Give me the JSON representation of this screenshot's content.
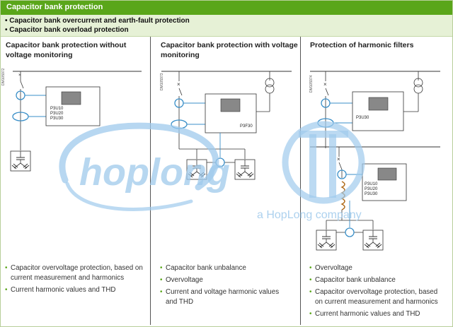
{
  "header": {
    "title": "Capacitor bank protection",
    "bullets": [
      "• Capacitor bank overcurrent and earth-fault protection",
      "• Capacitor bank overload protection"
    ]
  },
  "columns": [
    {
      "heading_line1": "Capacitor bank protection without",
      "heading_line2": "voltage monitoring",
      "drawing_code": "DM105972",
      "relay_labels": [
        "P3U10",
        "P3U20",
        "P3U30"
      ],
      "items": [
        "Capacitor overvoltage protection, based on",
        "current measurement and harmonics",
        "Current harmonic values and THD"
      ]
    },
    {
      "heading_line1": "Capacitor bank protection with voltage",
      "heading_line2": "monitoring",
      "drawing_code": "DM105973",
      "relay_labels": [
        "P3F30"
      ],
      "items": [
        "Capacitor bank unbalance",
        "Overvoltage",
        "Current and voltage harmonic values",
        "and THD"
      ]
    },
    {
      "heading_line1": "Protection of harmonic filters",
      "heading_line2": "",
      "drawing_code": "DM105974",
      "relay_labels_top": [
        "P3U30"
      ],
      "relay_labels_bottom": [
        "P3U10",
        "P3U20",
        "P3U30"
      ],
      "items": [
        "Overvoltage",
        "Capacitor bank unbalance",
        "Capacitor overvoltage protection, based",
        "on current measurement and harmonics",
        "Current harmonic values and THD"
      ]
    }
  ],
  "watermark": {
    "brand": "hoplong",
    "tagline": "a HopLong company",
    "color": "#9fcaec"
  },
  "colors": {
    "title_bar": "#5aa61a",
    "subheader": "#e6f1d6",
    "bullet_dot": "#5aa61a",
    "ct_circle": "#3a8fc8"
  }
}
